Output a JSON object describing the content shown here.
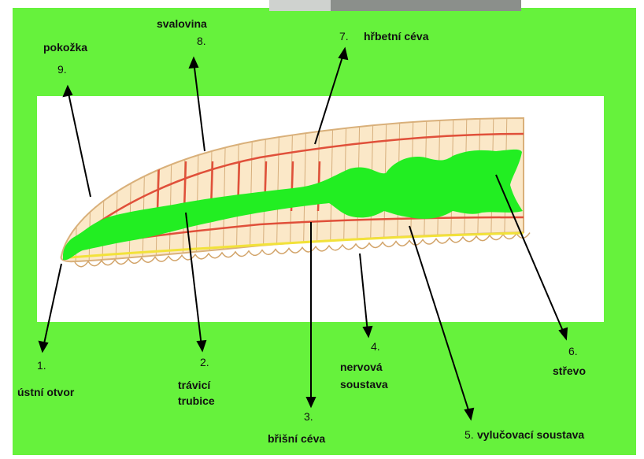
{
  "labels": [
    {
      "num": "9.",
      "name": "pokožka"
    },
    {
      "num": "8.",
      "name": "svalovina"
    },
    {
      "num": "7.",
      "name": "hřbetní céva"
    },
    {
      "num": "1.",
      "name": "ústní otvor"
    },
    {
      "num": "2.",
      "name_line1": "trávicí",
      "name_line2": "trubice"
    },
    {
      "num": "3.",
      "name": "břišní céva"
    },
    {
      "num": "4.",
      "name_line1": "nervová",
      "name_line2": "soustava"
    },
    {
      "num": "5.",
      "name": "vylučovací soustava"
    },
    {
      "num": "6.",
      "name": "střevo"
    }
  ],
  "colors": {
    "background": "#66f23c",
    "gut": "#22ee22",
    "body": "#fbe8c8",
    "vessel": "#e0503a",
    "nerve": "#f2e23a"
  }
}
